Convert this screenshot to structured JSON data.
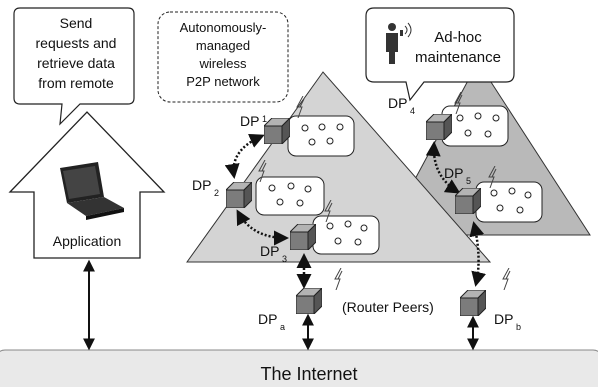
{
  "callouts": {
    "send": [
      "Send",
      "requests and",
      "retrieve data",
      "from remote"
    ],
    "network": [
      "Autonomously-",
      "managed",
      "wireless",
      "P2P network"
    ],
    "adhoc": [
      "Ad-hoc",
      "maintenance"
    ]
  },
  "application_label": "Application",
  "internet_label": "The Internet",
  "router_peers_label": "(Router Peers)",
  "dp": {
    "base": "DP",
    "sub_1": "1",
    "sub_2": "2",
    "sub_3": "3",
    "sub_4": "4",
    "sub_5": "5",
    "sub_a": "a",
    "sub_b": "b"
  },
  "colors": {
    "triangle_main": "#d4d4d4",
    "triangle_secondary": "#b9b9b9",
    "internet_bar": "#e9e9e9",
    "box_face": "#7c7c7c",
    "box_top": "#b3b3b3",
    "box_side": "#555555"
  },
  "icons": [
    "laptop-icon",
    "person-with-phone-icon",
    "wireless-signal-icon",
    "data-peer-box-icon"
  ]
}
